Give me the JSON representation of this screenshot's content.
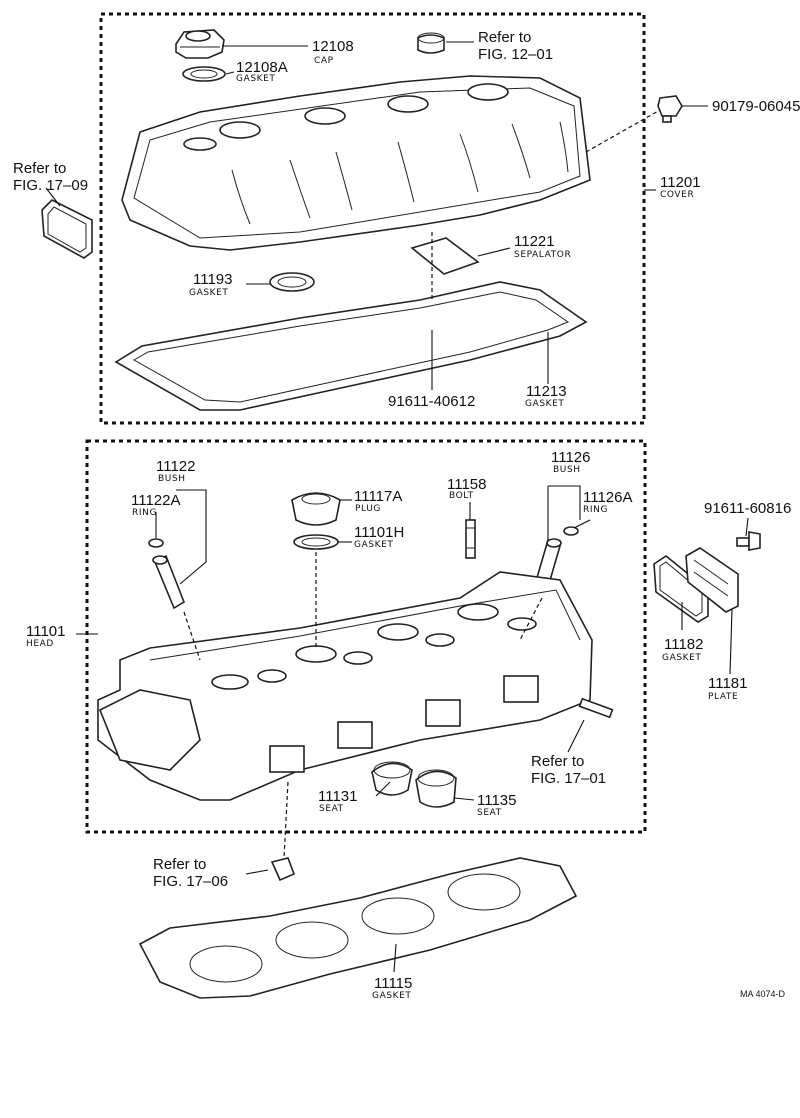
{
  "parts": {
    "cap": {
      "number": "12108",
      "name": "CAP"
    },
    "cap_gasket": {
      "number": "12108A",
      "name": "GASKET"
    },
    "bolt_top": {
      "number": "90179-06045"
    },
    "cover": {
      "number": "11201",
      "name": "COVER"
    },
    "separator": {
      "number": "11221",
      "name": "SEPALATOR"
    },
    "gasket_11193": {
      "number": "11193",
      "name": "GASKET"
    },
    "stud_top": {
      "number": "91611-40612"
    },
    "cover_gasket": {
      "number": "11213",
      "name": "GASKET"
    },
    "bush_left": {
      "number": "11122",
      "name": "BUSH"
    },
    "ring_left": {
      "number": "11122A",
      "name": "RING"
    },
    "plug": {
      "number": "11117A",
      "name": "PLUG"
    },
    "plug_gasket": {
      "number": "11101H",
      "name": "GASKET"
    },
    "bolt": {
      "number": "11158",
      "name": "BOLT"
    },
    "bush_right": {
      "number": "11126",
      "name": "BUSH"
    },
    "ring_right": {
      "number": "11126A",
      "name": "RING"
    },
    "stud_right": {
      "number": "91611-60816"
    },
    "head": {
      "number": "11101",
      "name": "HEAD"
    },
    "plate_gasket": {
      "number": "11182",
      "name": "GASKET"
    },
    "plate": {
      "number": "11181",
      "name": "PLATE"
    },
    "seat_left": {
      "number": "11131",
      "name": "SEAT"
    },
    "seat_right": {
      "number": "11135",
      "name": "SEAT"
    },
    "head_gasket": {
      "number": "11115",
      "name": "GASKET"
    }
  },
  "refs": {
    "fig_12_01": {
      "line1": "Refer to",
      "line2": "FIG. 12–01"
    },
    "fig_17_09": {
      "line1": "Refer to",
      "line2": "FIG. 17–09"
    },
    "fig_17_01": {
      "line1": "Refer to",
      "line2": "FIG. 17–01"
    },
    "fig_17_06": {
      "line1": "Refer to",
      "line2": "FIG. 17–06"
    }
  },
  "drawing_code": "MA 4074-D",
  "icons": [
    "cap-icon",
    "gasket-icon",
    "bolt-icon",
    "cover-icon",
    "separator-icon",
    "stud-icon",
    "bush-icon",
    "ring-icon",
    "plug-icon",
    "cylinder-head-icon",
    "plate-icon",
    "seat-icon",
    "head-gasket-icon"
  ]
}
